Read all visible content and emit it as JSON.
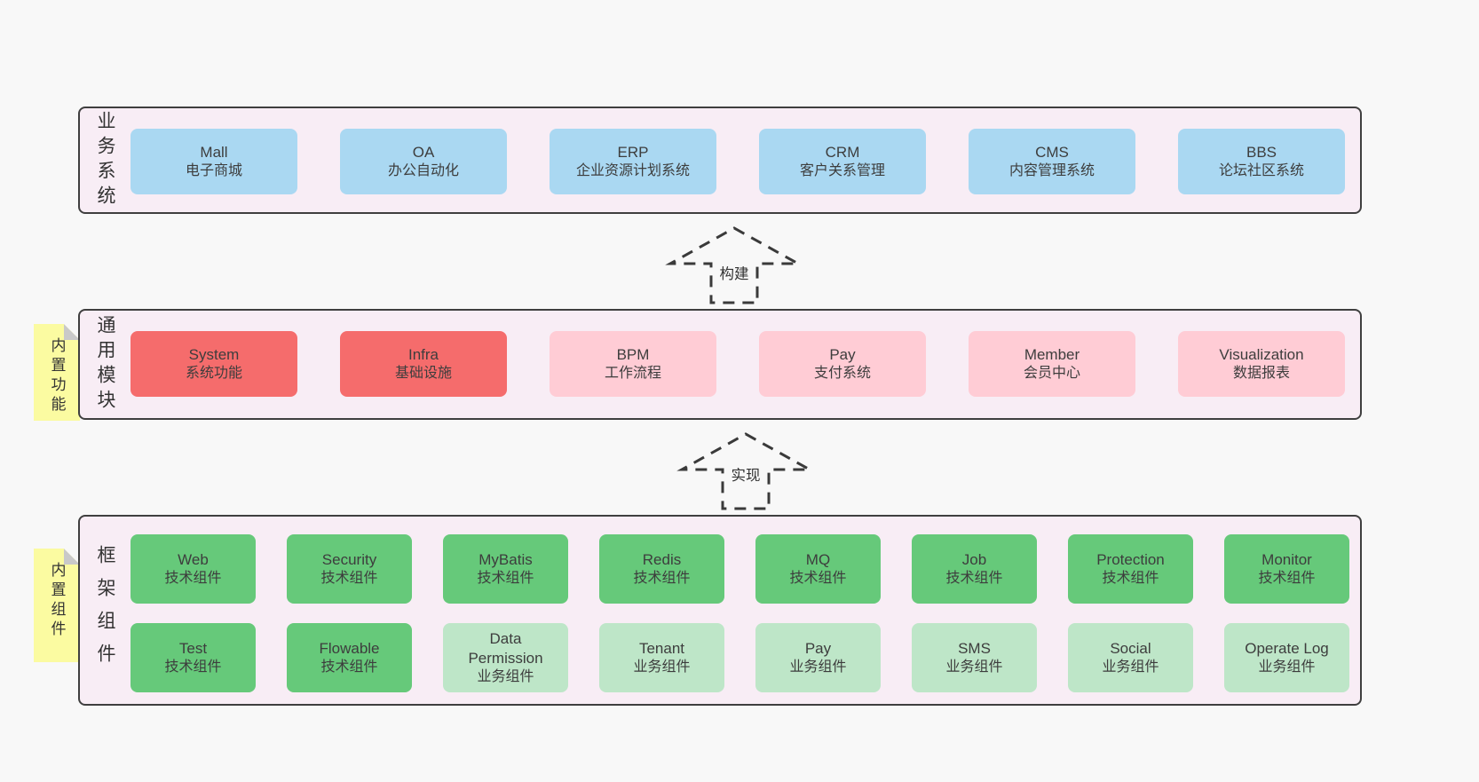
{
  "diagram": {
    "layers": [
      {
        "title": "业务系统",
        "boxes": [
          {
            "en": "Mall",
            "zh": "电子商城"
          },
          {
            "en": "OA",
            "zh": "办公自动化"
          },
          {
            "en": "ERP",
            "zh": "企业资源计划系统"
          },
          {
            "en": "CRM",
            "zh": "客户关系管理"
          },
          {
            "en": "CMS",
            "zh": "内容管理系统"
          },
          {
            "en": "BBS",
            "zh": "论坛社区系统"
          }
        ]
      },
      {
        "title": "通用模块",
        "note": "内置功能",
        "boxes": [
          {
            "en": "System",
            "zh": "系统功能"
          },
          {
            "en": "Infra",
            "zh": "基础设施"
          },
          {
            "en": "BPM",
            "zh": "工作流程"
          },
          {
            "en": "Pay",
            "zh": "支付系统"
          },
          {
            "en": "Member",
            "zh": "会员中心"
          },
          {
            "en": "Visualization",
            "zh": "数据报表"
          }
        ]
      },
      {
        "title": "框架组件",
        "note": "内置组件",
        "rows": [
          [
            {
              "en": "Web",
              "zh": "技术组件"
            },
            {
              "en": "Security",
              "zh": "技术组件"
            },
            {
              "en": "MyBatis",
              "zh": "技术组件"
            },
            {
              "en": "Redis",
              "zh": "技术组件"
            },
            {
              "en": "MQ",
              "zh": "技术组件"
            },
            {
              "en": "Job",
              "zh": "技术组件"
            },
            {
              "en": "Protection",
              "zh": "技术组件"
            },
            {
              "en": "Monitor",
              "zh": "技术组件"
            }
          ],
          [
            {
              "en": "Test",
              "zh": "技术组件"
            },
            {
              "en": "Flowable",
              "zh": "技术组件"
            },
            {
              "en": "Data Permission",
              "zh": "业务组件"
            },
            {
              "en": "Tenant",
              "zh": "业务组件"
            },
            {
              "en": "Pay",
              "zh": "业务组件"
            },
            {
              "en": "SMS",
              "zh": "业务组件"
            },
            {
              "en": "Social",
              "zh": "业务组件"
            },
            {
              "en": "Operate Log",
              "zh": "业务组件"
            }
          ]
        ]
      }
    ],
    "arrows": [
      {
        "label": "构建"
      },
      {
        "label": "实现"
      }
    ],
    "colors": {
      "page_bg": "#f8f8f8",
      "panel_bg": "#f8edf5",
      "panel_border": "#3f3f3f",
      "blue": "#aad8f2",
      "red": "#f56c6c",
      "pink": "#ffccd5",
      "green": "#66c97a",
      "light_green": "#bee6c8",
      "note_yellow": "#fbfba1",
      "note_fold": "#c9c9c9",
      "arrow_stroke": "#3a3a3a",
      "text": "#3d3d3d"
    }
  }
}
